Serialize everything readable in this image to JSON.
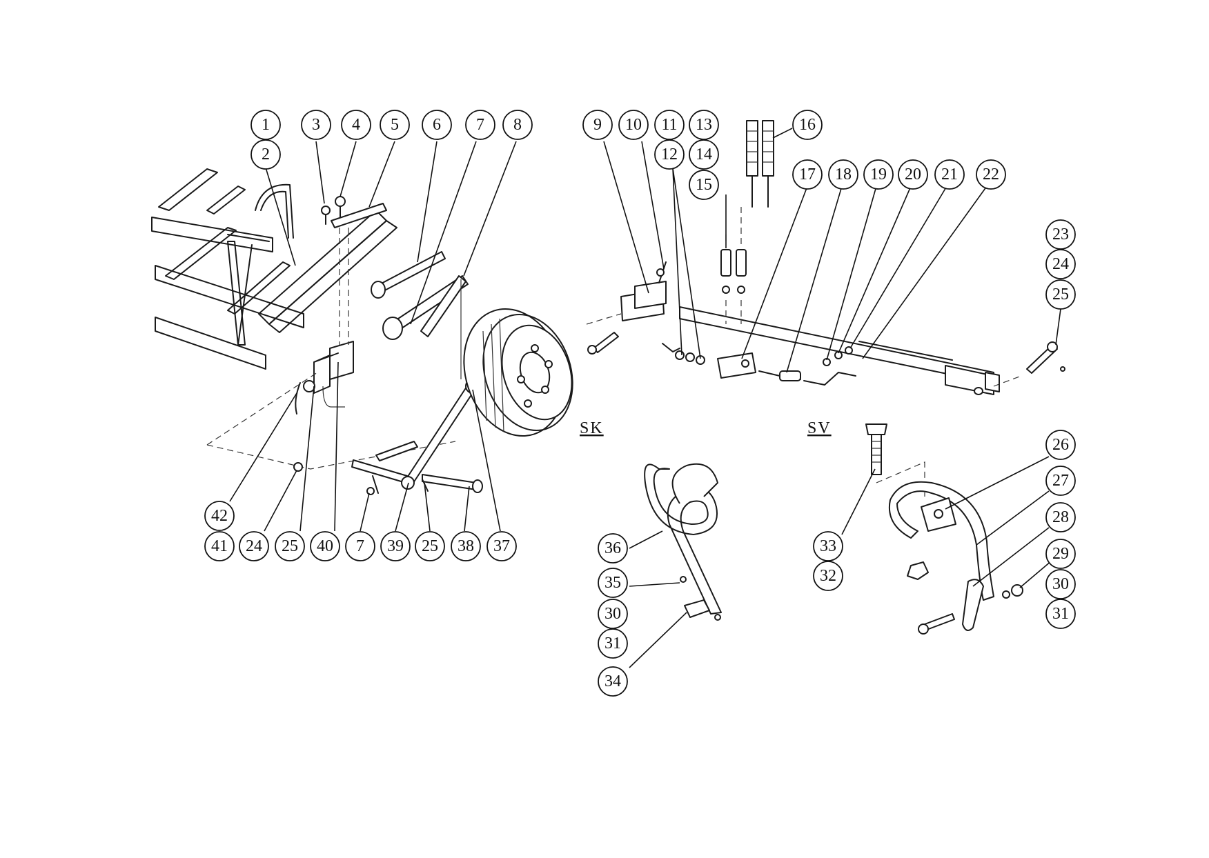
{
  "diagram": {
    "section_labels": {
      "sk": "SK",
      "sv": "SV"
    },
    "callouts": [
      "1",
      "2",
      "3",
      "4",
      "5",
      "6",
      "7",
      "8",
      "9",
      "10",
      "11",
      "12",
      "13",
      "14",
      "15",
      "16",
      "17",
      "18",
      "19",
      "20",
      "21",
      "22",
      "23",
      "24",
      "25",
      "26",
      "27",
      "28",
      "29",
      "30",
      "31",
      "32",
      "33",
      "34",
      "35",
      "36",
      "37",
      "38",
      "39",
      "40",
      "41",
      "42"
    ],
    "bottom_row_left": [
      "41",
      "24",
      "25",
      "40",
      "7",
      "39",
      "25",
      "38",
      "37"
    ]
  }
}
